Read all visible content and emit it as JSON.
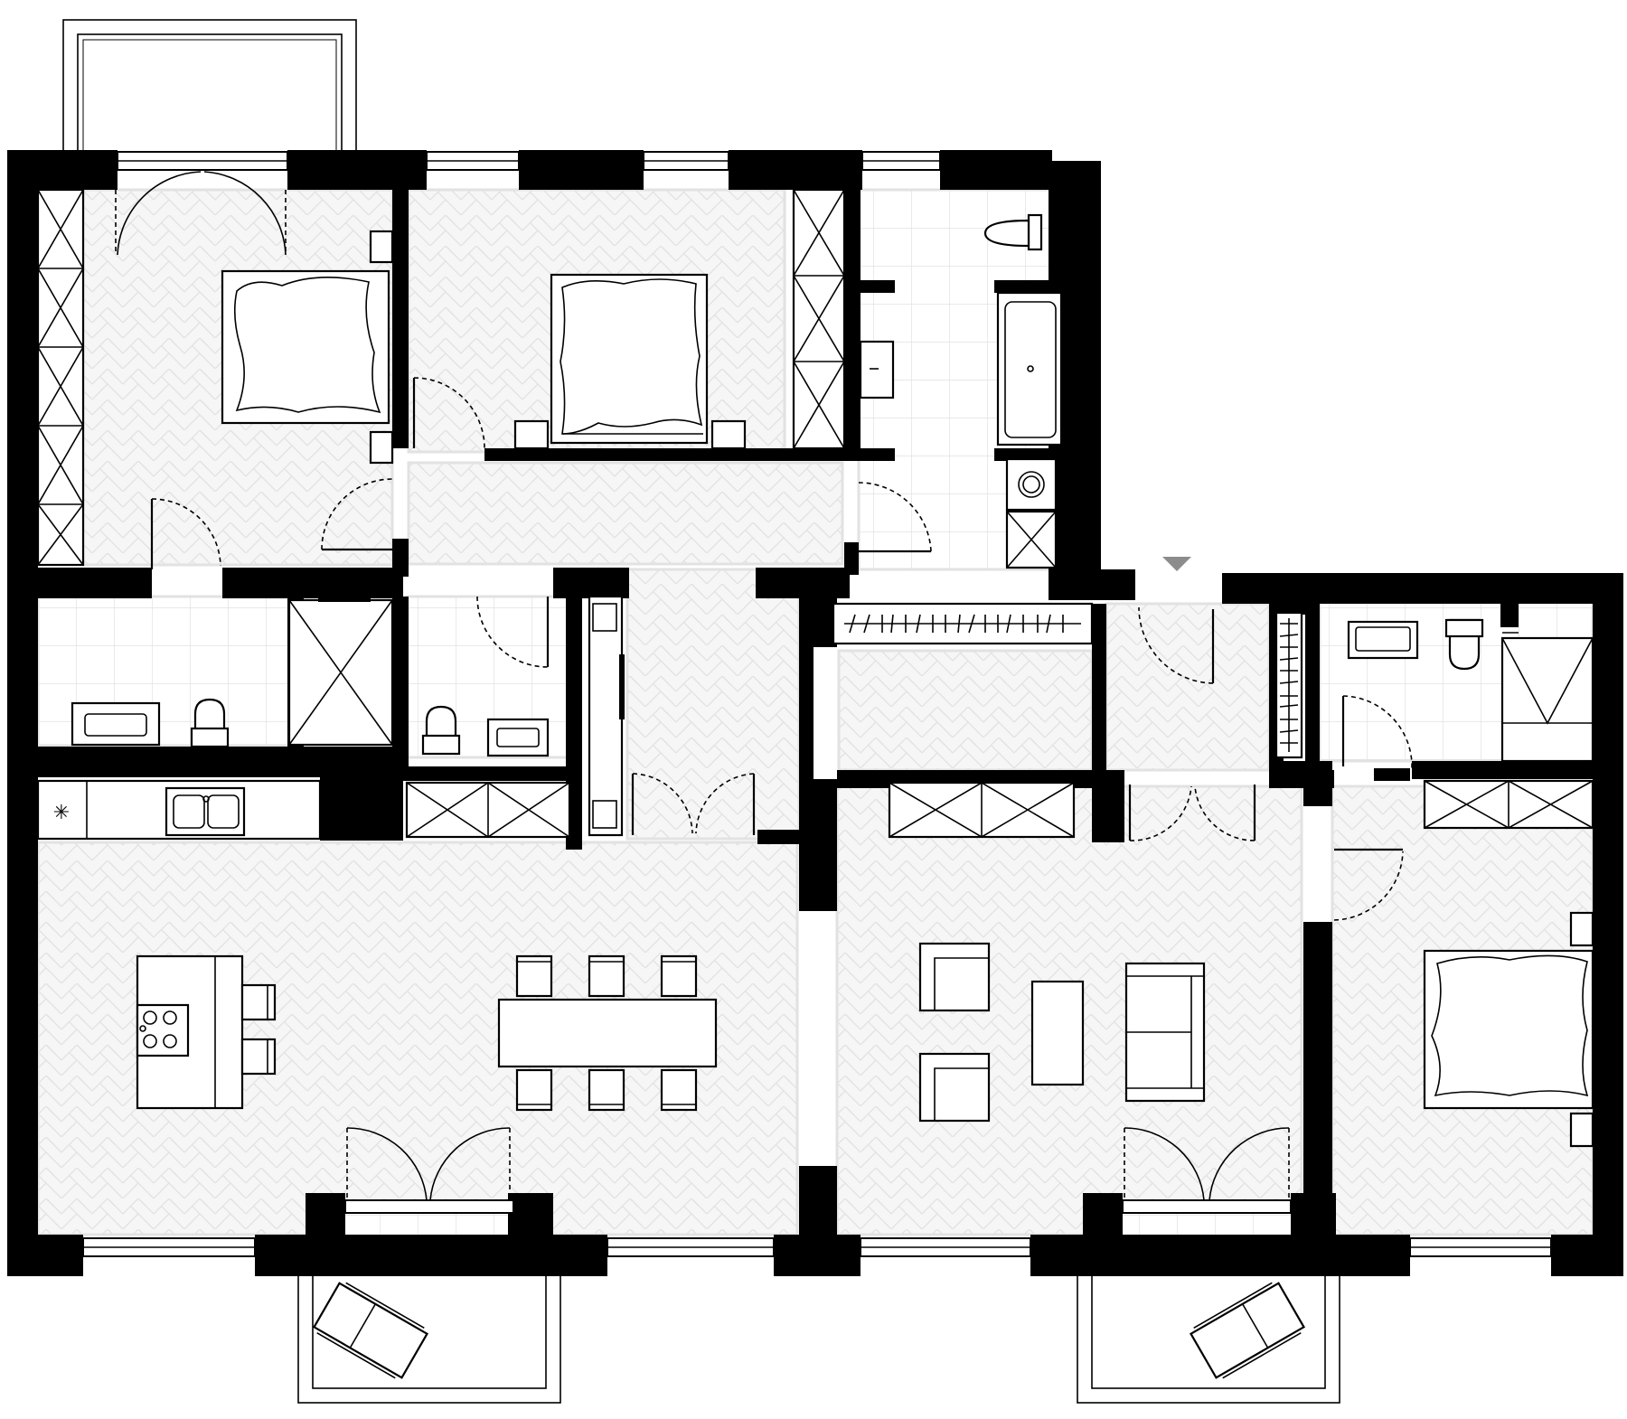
{
  "plan": {
    "background": "#ffffff",
    "wall_color": "#000000",
    "floor_color": "#f6f6f6",
    "pattern_color": "#e3e3e3",
    "entrance_marker_color": "#8c8c8c"
  },
  "rooms": [
    {
      "id": "bedroom-1",
      "floor": "herringbone"
    },
    {
      "id": "bedroom-2",
      "floor": "herringbone"
    },
    {
      "id": "bathroom-main",
      "floor": "tile"
    },
    {
      "id": "hall-north",
      "floor": "herringbone"
    },
    {
      "id": "bathroom-west",
      "floor": "tile"
    },
    {
      "id": "wc",
      "floor": "tile"
    },
    {
      "id": "corridor",
      "floor": "herringbone"
    },
    {
      "id": "closet-hall",
      "floor": "herringbone"
    },
    {
      "id": "entrance",
      "floor": "herringbone"
    },
    {
      "id": "bathroom-east",
      "floor": "tile"
    },
    {
      "id": "kitchen-dining",
      "floor": "herringbone"
    },
    {
      "id": "living-room",
      "floor": "herringbone"
    },
    {
      "id": "bedroom-3",
      "floor": "herringbone"
    },
    {
      "id": "balcony-north",
      "floor": "tile"
    },
    {
      "id": "balcony-south-west",
      "floor": "tile"
    },
    {
      "id": "balcony-south-east",
      "floor": "tile"
    }
  ],
  "furniture": {
    "beds": 3,
    "dining_chairs": 6,
    "armchairs": 2,
    "sofas": 1,
    "sun_loungers": 2,
    "bar_stools": 2,
    "toilets": 4,
    "sinks": 4,
    "bathtubs": 1,
    "showers": 2
  }
}
